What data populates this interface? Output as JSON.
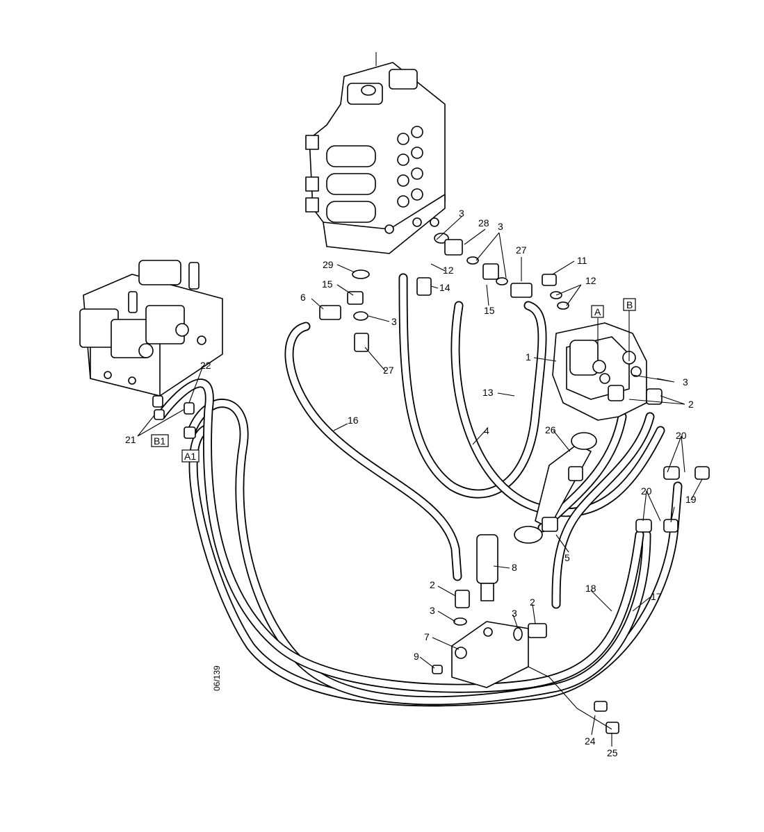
{
  "callouts": {
    "c1": "1",
    "c2a": "2",
    "c2b": "2",
    "c2c": "2",
    "c3a": "3",
    "c3b": "3",
    "c3c": "3",
    "c3d": "3",
    "c3e": "3",
    "c3f": "3",
    "c4": "4",
    "c5": "5",
    "c6": "6",
    "c7": "7",
    "c8": "8",
    "c9": "9",
    "c11": "11",
    "c12a": "12",
    "c12b": "12",
    "c13": "13",
    "c14": "14",
    "c15a": "15",
    "c15b": "15",
    "c16": "16",
    "c17": "17",
    "c18": "18",
    "c19": "19",
    "c20a": "20",
    "c20b": "20",
    "c21": "21",
    "c22": "22",
    "c24": "24",
    "c25": "25",
    "c26": "26",
    "c27a": "27",
    "c27b": "27",
    "c28": "28",
    "c29": "29"
  },
  "port_labels": {
    "A": "A",
    "B": "B",
    "A1": "A1",
    "B1": "B1"
  },
  "drawing_ref": "06/139"
}
